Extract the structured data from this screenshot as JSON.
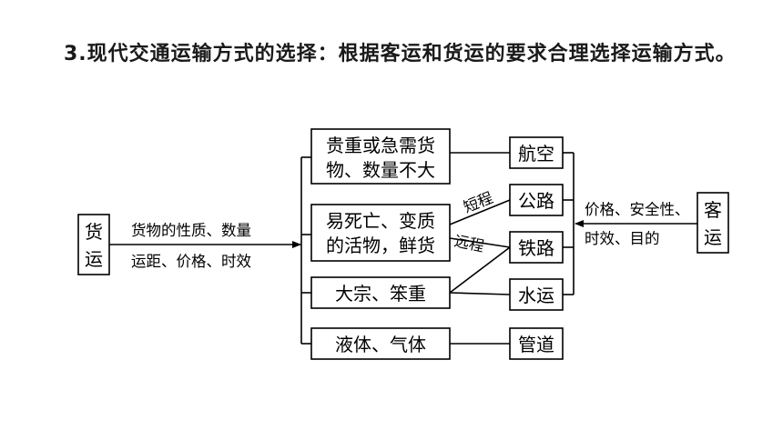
{
  "heading": {
    "number": "3.",
    "text": "现代交通运输方式的选择：根据客运和货运的要求合理选择运输方式。"
  },
  "diagram": {
    "freight_box": [
      "货",
      "运"
    ],
    "freight_label": [
      "货物的性质、数量",
      "运距、价格、时效"
    ],
    "goods": {
      "valuable": [
        "贵重或急需货",
        "物、数量不大"
      ],
      "perishable": [
        "易死亡、变质",
        "的活物，鲜货"
      ],
      "bulk": "大宗、笨重",
      "fluid": "液体、气体"
    },
    "modes": {
      "air": "航空",
      "road": "公路",
      "rail": "铁路",
      "water": "水运",
      "pipe": "管道"
    },
    "edge_labels": {
      "short": "短程",
      "long": "远程"
    },
    "passenger_box": [
      "客",
      "运"
    ],
    "passenger_label": [
      "价格、安全性、",
      "时效、目的"
    ]
  }
}
